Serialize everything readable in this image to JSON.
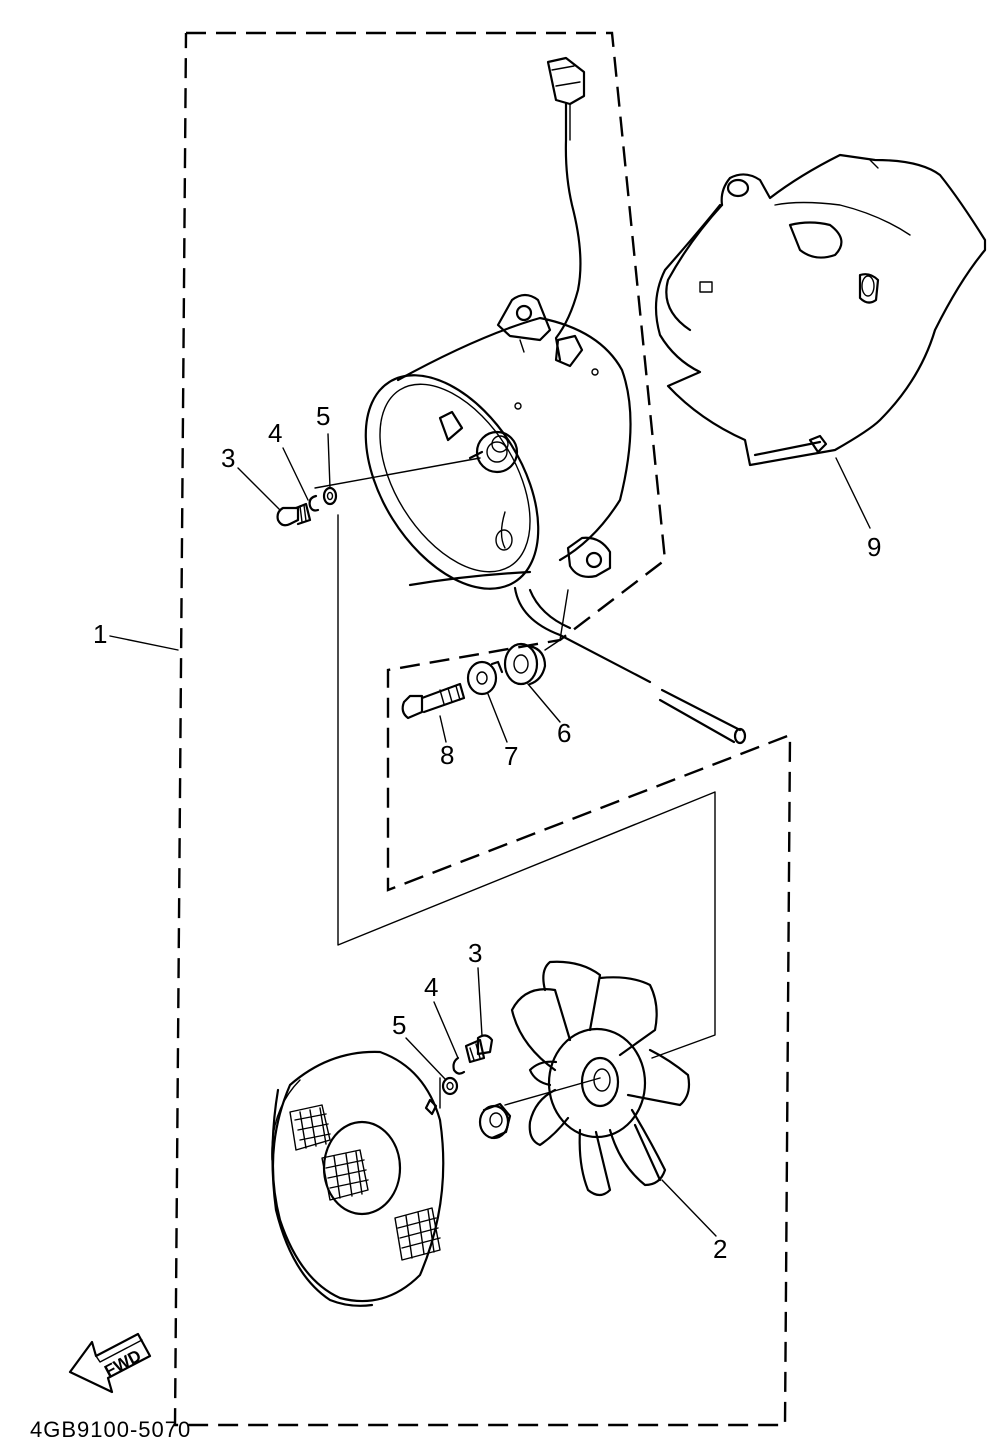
{
  "diagram": {
    "callouts": {
      "part_1": "1",
      "part_2": "2",
      "part_3_top": "3",
      "part_3_bottom": "3",
      "part_4_top": "4",
      "part_4_bottom": "4",
      "part_5_top": "5",
      "part_5_bottom": "5",
      "part_6": "6",
      "part_7": "7",
      "part_8": "8",
      "part_9": "9"
    },
    "direction_arrow_label": "FWD",
    "drawing_code": "4GB9100-5070"
  }
}
